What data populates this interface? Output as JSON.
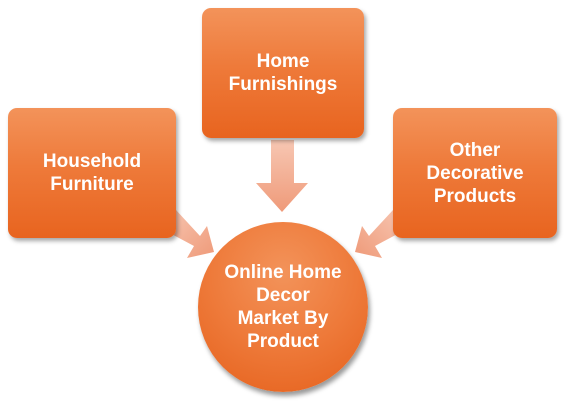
{
  "diagram": {
    "center": {
      "label": "Online Home\nDecor\nMarket By\nProduct"
    },
    "nodes": [
      {
        "id": "top",
        "label": "Home\nFurnishings"
      },
      {
        "id": "left",
        "label": "Household\nFurniture"
      },
      {
        "id": "right",
        "label": "Other\nDecorative\nProducts"
      }
    ],
    "colors": {
      "node_fill": "#ee7a3a",
      "arrow_fill": "#f2a98b",
      "text": "#ffffff"
    }
  }
}
